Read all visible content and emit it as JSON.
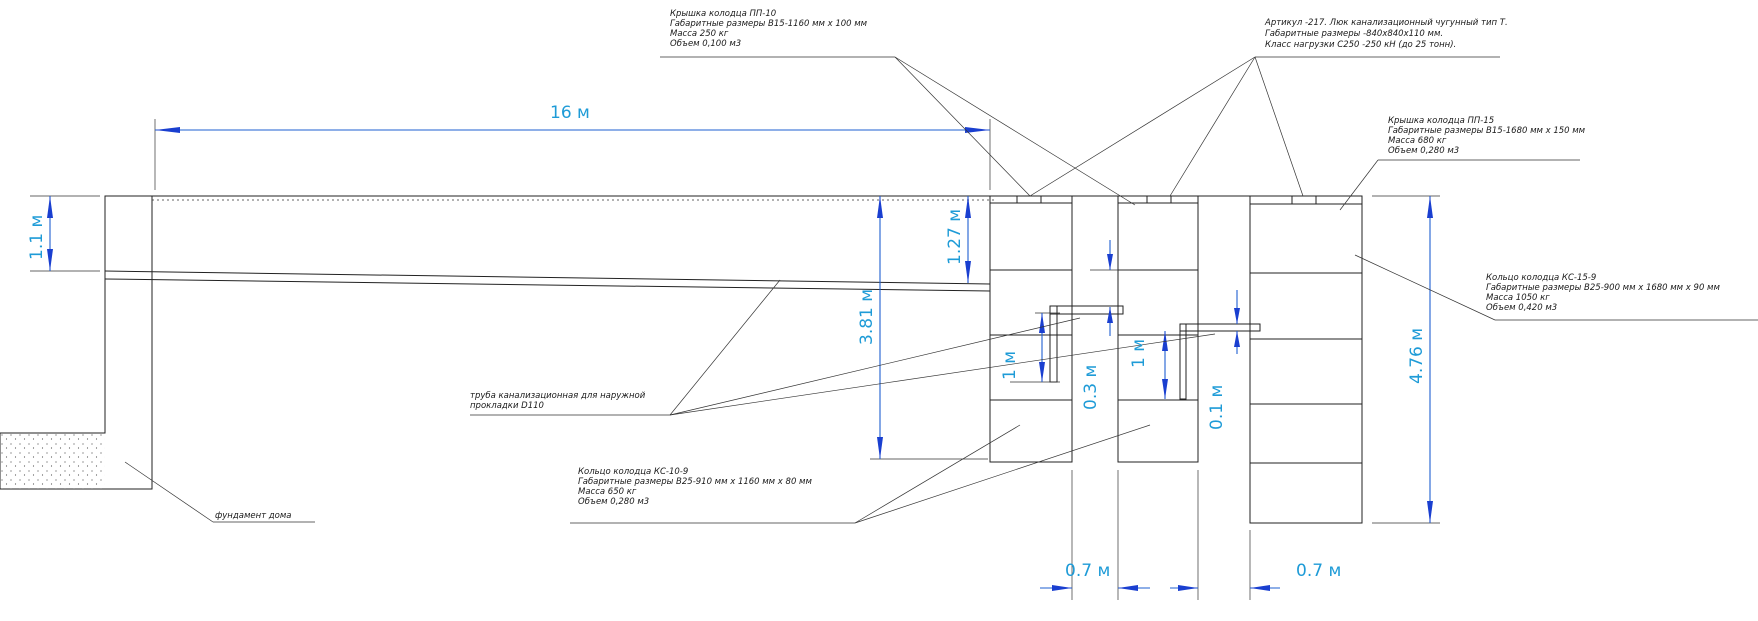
{
  "labels": {
    "cover_pp10": [
      "Крышка колодца ПП-10",
      "Габаритные размеры В15-1160 мм х 100 мм",
      "Масса 250 кг",
      "Объем 0,100 м3"
    ],
    "hatch": [
      "Артикул -217. Люк канализационный чугунный тип Т.",
      "Габаритные размеры -840х840х110 мм.",
      "Класс нагрузки С250 -250 кН (до 25 тонн)."
    ],
    "cover_pp15": [
      "Крышка колодца ПП-15",
      "Габаритные размеры В15-1680 мм х 150 мм",
      "Масса 680 кг",
      "Объем 0,280 м3"
    ],
    "ring_ks15": [
      "Кольцо колодца КС-15-9",
      "Габаритные размеры В25-900 мм х 1680 мм х 90 мм",
      "Масса 1050 кг",
      "Объем 0,420 м3"
    ],
    "pipe": [
      "труба канализационная для наружной",
      "прокладки D110"
    ],
    "ring_ks10": [
      "Кольцо колодца КС-10-9",
      "Габаритные размеры В25-910 мм х 1160 мм х 80 мм",
      "Масса 650 кг",
      "Объем 0,280 м3"
    ],
    "foundation": "фундамент дома"
  },
  "dimensions": {
    "length_16": "16 м",
    "depth_1_1": "1.1 м",
    "depth_1_27": "1.27 м",
    "depth_3_81": "3.81 м",
    "depth_1_a": "1 м",
    "depth_0_3": "0.3 м",
    "depth_1_b": "1 м",
    "depth_0_1": "0.1 м",
    "depth_4_76": "4.76 м",
    "gap_0_7_a": "0.7 м",
    "gap_0_7_b": "0.7 м"
  },
  "colors": {
    "dimension_text": "#1e9bd7",
    "dimension_line": "#1e5fd0",
    "drawing_line": "#222222"
  }
}
